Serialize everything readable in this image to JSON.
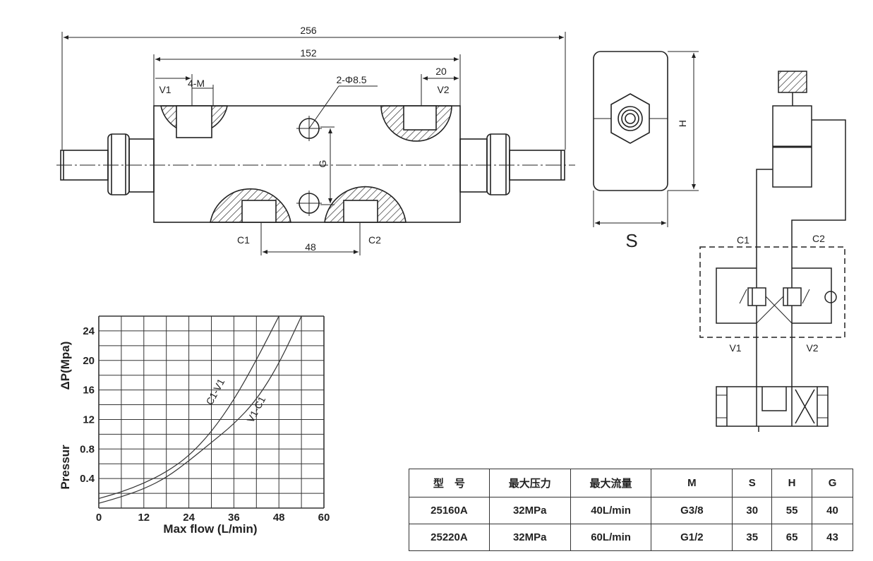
{
  "front_view": {
    "dim_overall": "256",
    "dim_body": "152",
    "dim_20": "20",
    "dim_48": "48",
    "dim_4m": "4-M",
    "dim_holes": "2-Φ8.5",
    "dim_g": "G",
    "port_v1": "V1",
    "port_v2": "V2",
    "port_c1": "C1",
    "port_c2": "C2"
  },
  "side_view": {
    "dim_h": "H",
    "dim_s": "S"
  },
  "schematic": {
    "c1": "C1",
    "c2": "C2",
    "v1": "V1",
    "v2": "V2"
  },
  "chart_data": {
    "type": "line",
    "xlabel": "Max flow (L/min)",
    "ylabel_top": "ΔP(Mpa)",
    "ylabel_bottom": "Pressur",
    "x_ticks": [
      "0",
      "12",
      "24",
      "36",
      "48",
      "60"
    ],
    "y_ticks": [
      "0.4",
      "0.8",
      "12",
      "16",
      "20",
      "24"
    ],
    "xlim": [
      0,
      60
    ],
    "grid": true,
    "series": [
      {
        "name": "C1-V1",
        "x": [
          0,
          6,
          12,
          18,
          24,
          30,
          36,
          42,
          48
        ],
        "y": [
          1.2,
          2.0,
          3.1,
          4.5,
          6.5,
          9.5,
          13.5,
          18.5,
          24
        ]
      },
      {
        "name": "V1-C1",
        "x": [
          0,
          6,
          12,
          18,
          24,
          30,
          36,
          42,
          48,
          54
        ],
        "y": [
          0.6,
          1.4,
          2.4,
          3.8,
          5.9,
          8.2,
          10.5,
          13.5,
          18.0,
          24
        ]
      }
    ]
  },
  "table": {
    "headers": [
      "型　号",
      "最大压力",
      "最大流量",
      "M",
      "S",
      "H",
      "G"
    ],
    "rows": [
      [
        "25160A",
        "32MPa",
        "40L/min",
        "G3/8",
        "30",
        "55",
        "40"
      ],
      [
        "25220A",
        "32MPa",
        "60L/min",
        "G1/2",
        "35",
        "65",
        "43"
      ]
    ]
  }
}
